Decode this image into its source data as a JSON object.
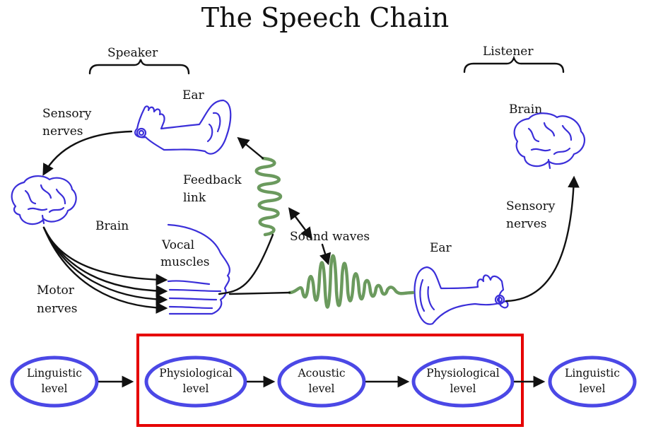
{
  "title": "The Speech Chain",
  "speaker": {
    "heading": "Speaker",
    "ear": "Ear",
    "sensory_nerves": [
      "Sensory",
      "nerves"
    ],
    "brain": "Brain",
    "feedback_link": [
      "Feedback",
      "link"
    ],
    "vocal_muscles": [
      "Vocal",
      "muscles"
    ],
    "motor_nerves": [
      "Motor",
      "nerves"
    ]
  },
  "sound_waves": "Sound waves",
  "listener": {
    "heading": "Listener",
    "brain": "Brain",
    "sensory_nerves": [
      "Sensory",
      "nerves"
    ],
    "ear": "Ear"
  },
  "levels": [
    [
      "Linguistic",
      "level"
    ],
    [
      "Physiological",
      "level"
    ],
    [
      "Acoustic",
      "level"
    ],
    [
      "Physiological",
      "level"
    ],
    [
      "Linguistic",
      "level"
    ]
  ],
  "colors": {
    "anatomy": "#3b2fd9",
    "wave": "#6b9a5e",
    "level_outline": "#4b48e6",
    "highlight": "#e60000"
  }
}
